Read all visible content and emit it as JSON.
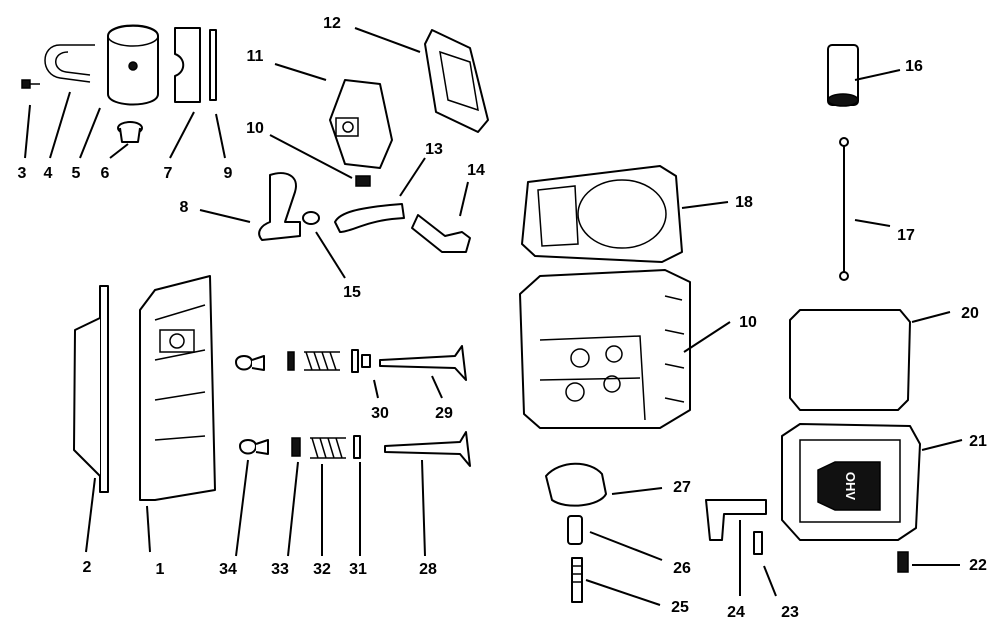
{
  "callouts": [
    "1",
    "2",
    "3",
    "4",
    "5",
    "6",
    "7",
    "8",
    "9",
    "10",
    "11",
    "12",
    "13",
    "14",
    "15",
    "16",
    "17",
    "18",
    "10",
    "20",
    "21",
    "22",
    "23",
    "24",
    "25",
    "26",
    "27",
    "28",
    "29",
    "30",
    "31",
    "32",
    "33",
    "34"
  ],
  "cover_logo": "OHV"
}
